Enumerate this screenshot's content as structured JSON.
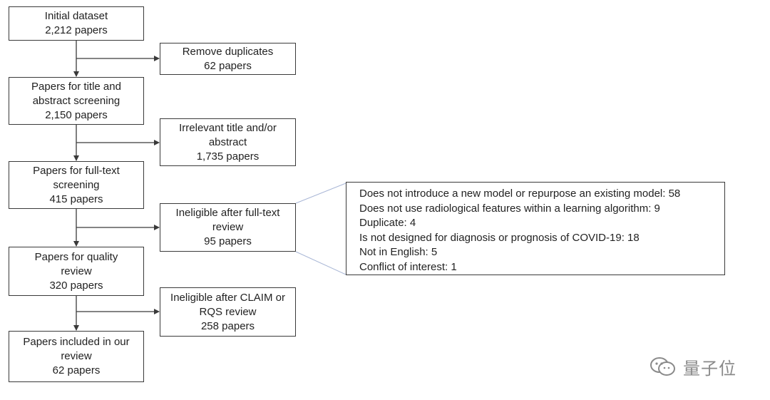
{
  "flow": {
    "main": [
      {
        "lines": [
          "Initial dataset",
          "2,212 papers"
        ]
      },
      {
        "lines": [
          "Papers for title and",
          "abstract screening",
          "2,150 papers"
        ]
      },
      {
        "lines": [
          "Papers for full-text",
          "screening",
          "415 papers"
        ]
      },
      {
        "lines": [
          "Papers for quality",
          "review",
          "320 papers"
        ]
      },
      {
        "lines": [
          "Papers included in our",
          "review",
          "62 papers"
        ]
      }
    ],
    "exclusions": [
      {
        "lines": [
          "Remove duplicates",
          "62 papers"
        ]
      },
      {
        "lines": [
          "Irrelevant title and/or",
          "abstract",
          "1,735 papers"
        ]
      },
      {
        "lines": [
          "Ineligible after full-text",
          "review",
          "95 papers"
        ]
      },
      {
        "lines": [
          "Ineligible after CLAIM or",
          "RQS review",
          "258 papers"
        ]
      }
    ],
    "reasons": [
      "Does not introduce a new model or repurpose an existing model: 58",
      "Does not use radiological features within a learning algorithm: 9",
      "Duplicate: 4",
      "Is not designed for diagnosis or prognosis of COVID-19: 18",
      "Not in English: 5",
      "Conflict of interest: 1"
    ]
  },
  "watermark": {
    "text": "量子位",
    "icon": "wechat-icon",
    "color": "#8a8a8a"
  },
  "colors": {
    "border": "#3a3a3a",
    "arrow": "#3a3a3a",
    "callout": "#a9b7d6"
  }
}
